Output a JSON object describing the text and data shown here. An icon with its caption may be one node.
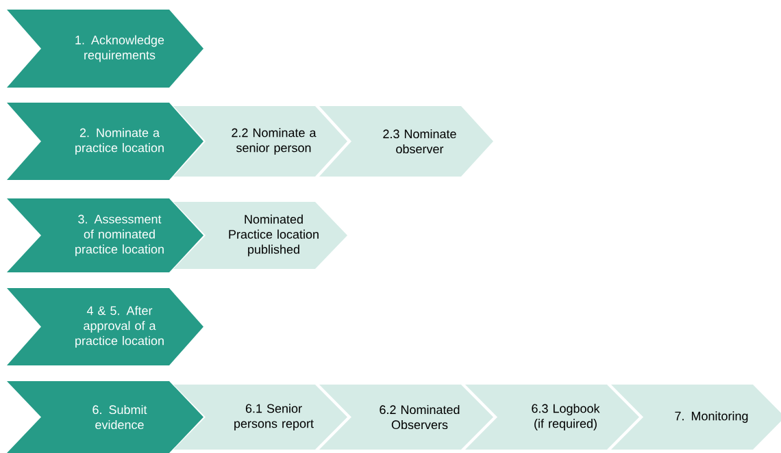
{
  "diagram": {
    "nodes": [
      {
        "text": [
          "1. Acknowledge requirements"
        ]
      },
      {
        "text": [
          "2. Nominate a practice location"
        ]
      },
      {
        "text": [
          "2.2 Nominate a senior person"
        ]
      },
      {
        "text": [
          "2.3 Nominate observer"
        ]
      },
      {
        "text": [
          "3. Assessment of nominated practice location"
        ]
      },
      {
        "text": [
          "Nominated Practice location published"
        ]
      },
      {
        "text": [
          "4 & 5. After approval of a practice location"
        ]
      },
      {
        "text": [
          "6. Submit evidence"
        ]
      },
      {
        "text": [
          "6.1 Senior persons report"
        ]
      },
      {
        "text": [
          "6.2 Nominated Observers"
        ]
      },
      {
        "text": [
          "6.3 Logbook (if required)"
        ]
      },
      {
        "text": [
          "7. Monitoring"
        ]
      }
    ]
  }
}
